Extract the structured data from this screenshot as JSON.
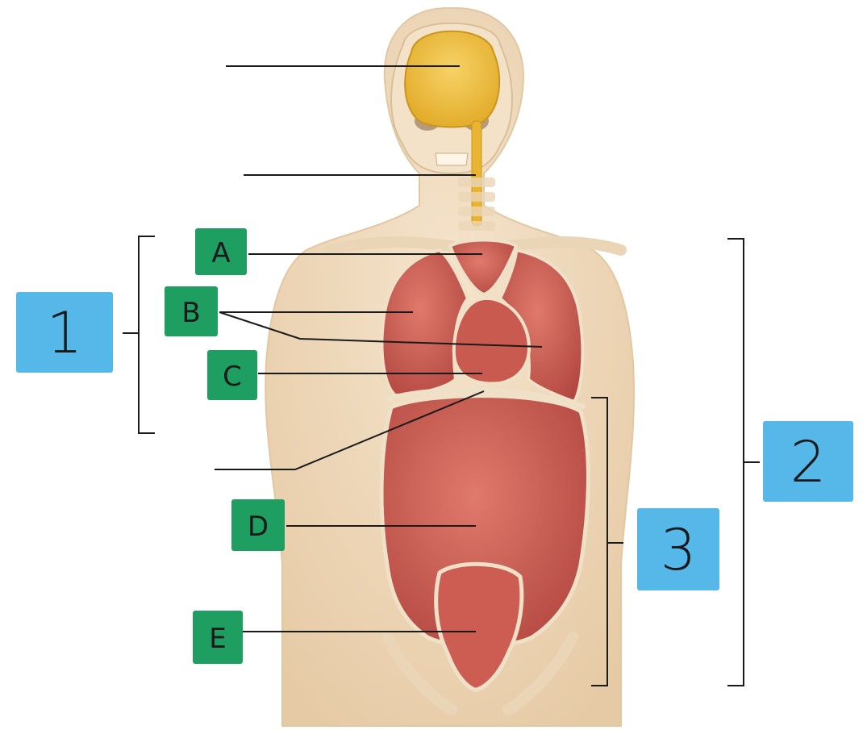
{
  "labels": {
    "green": [
      {
        "key": "A",
        "text": "A"
      },
      {
        "key": "B",
        "text": "B"
      },
      {
        "key": "C",
        "text": "C"
      },
      {
        "key": "D",
        "text": "D"
      },
      {
        "key": "E",
        "text": "E"
      }
    ],
    "blue": [
      {
        "key": "1",
        "text": "1"
      },
      {
        "key": "2",
        "text": "2"
      },
      {
        "key": "3",
        "text": "3"
      }
    ]
  },
  "colors": {
    "green_tag": "#1f9e62",
    "blue_tag": "#55b8e8",
    "organ_red": "#c9524a",
    "organ_dark": "#9a3a34",
    "skin": "#efd9bd",
    "bone": "#f1dfc3",
    "brain": "#f2c24a",
    "line": "#1a1a1a"
  }
}
